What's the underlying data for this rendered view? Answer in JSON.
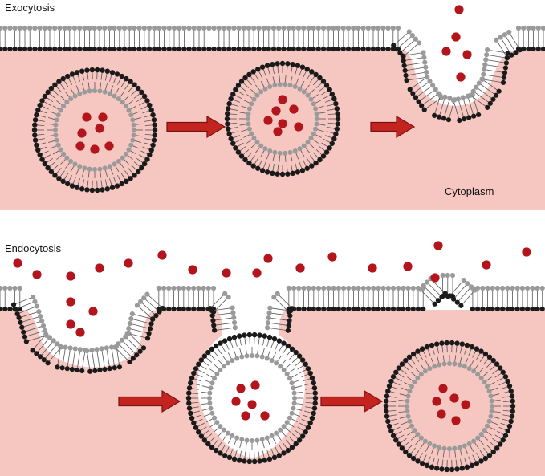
{
  "panels": {
    "top": {
      "title": "Exocytosis",
      "region_label": "Cytoplasm"
    },
    "bottom": {
      "title": "Endocytosis"
    }
  },
  "colors": {
    "cytoplasm": "#f6c6c1",
    "head_dark": "#1a1a1a",
    "head_light": "#9a9a9a",
    "tail": "#555555",
    "cargo": "#b4141b",
    "arrow": "#c4241f",
    "arrow_edge": "#7a1010"
  },
  "icons": {
    "arrow": "right-arrow-icon",
    "vesicle": "vesicle-icon",
    "cargo": "cargo-molecule-icon",
    "membrane": "lipid-bilayer-icon"
  }
}
